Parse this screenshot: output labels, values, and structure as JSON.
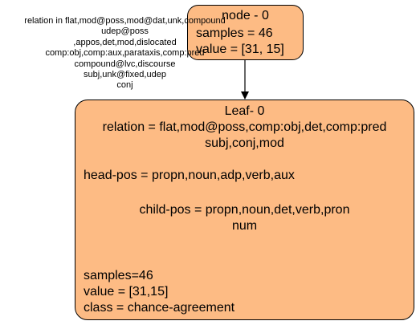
{
  "root": {
    "title": "node - 0",
    "samples": "samples = 46",
    "value": "value = [31, 15]"
  },
  "edge": {
    "label_lines": [
      "relation in flat,mod@poss,mod@dat,unk,compound",
      "udep@poss",
      ",appos,det,mod,dislocated",
      "comp:obj,comp:aux,parataxis,comp:pred",
      "compound@lvc,discourse",
      "subj,unk@fixed,udep",
      "conj"
    ]
  },
  "leaf": {
    "title": "Leaf- 0",
    "relation_line1": "relation = flat,mod@poss,comp:obj,det,comp:pred",
    "relation_line2": "subj,conj,mod",
    "head_pos": "head-pos = propn,noun,adp,verb,aux",
    "child_pos_line1": "child-pos = propn,noun,det,verb,pron",
    "child_pos_line2": "num",
    "samples": "samples=46",
    "value": "value = [31,15]",
    "class": "class = chance-agreement"
  },
  "colors": {
    "node_fill": "#fdbb84",
    "stroke": "#000000"
  }
}
